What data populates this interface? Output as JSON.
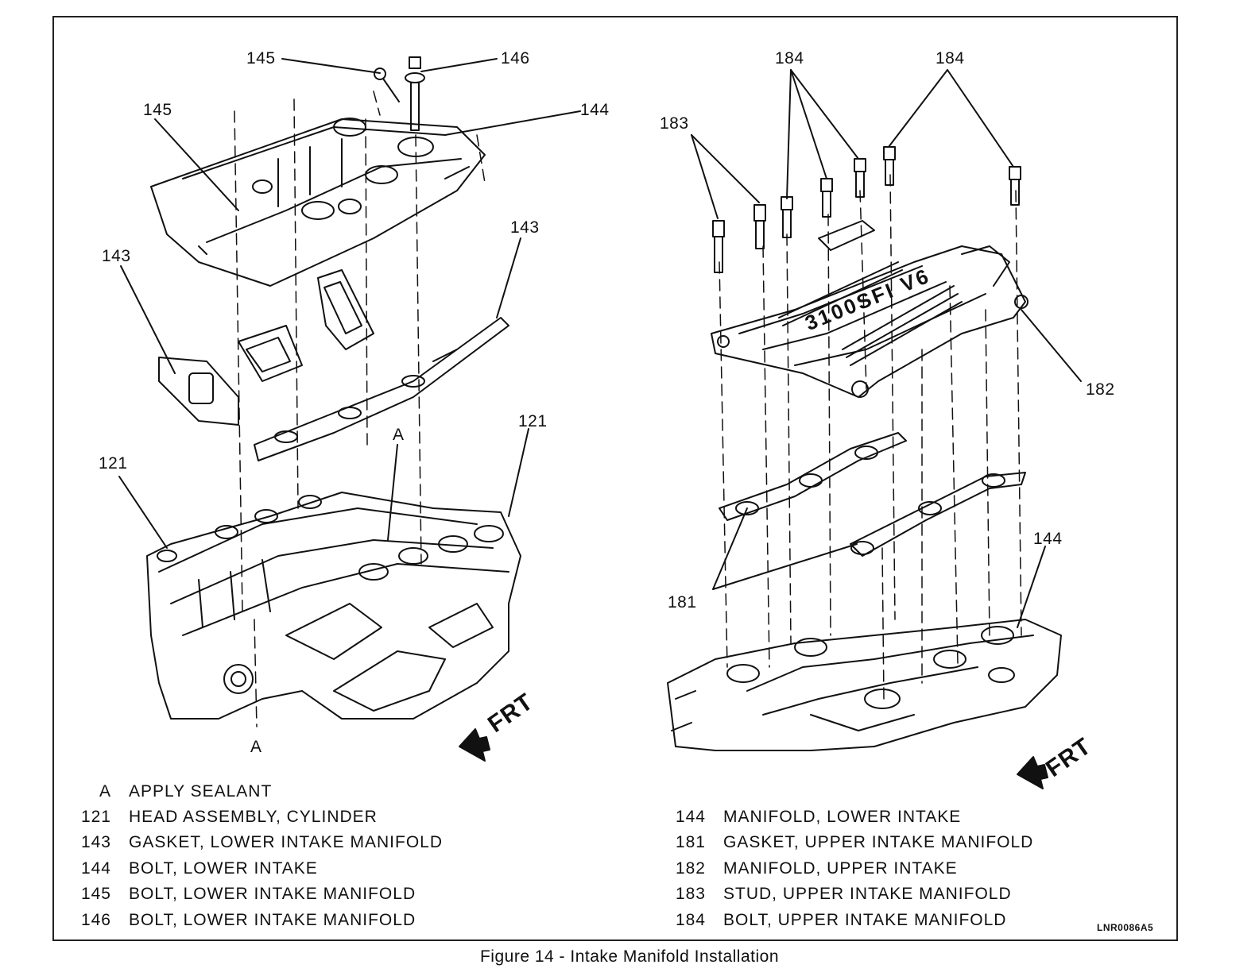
{
  "left_view": {
    "callouts": [
      "145",
      "146",
      "145",
      "144",
      "143",
      "143",
      "121",
      "121",
      "A",
      "A"
    ],
    "front_label": "FRT"
  },
  "right_view": {
    "callouts": [
      "184",
      "184",
      "183",
      "182",
      "144",
      "181"
    ],
    "emblem_text": "3100SFI V6",
    "front_label": "FRT"
  },
  "legend_left": [
    {
      "code": "A",
      "text": "APPLY SEALANT"
    },
    {
      "code": "121",
      "text": "HEAD ASSEMBLY, CYLINDER"
    },
    {
      "code": "143",
      "text": "GASKET, LOWER INTAKE MANIFOLD"
    },
    {
      "code": "144",
      "text": "BOLT, LOWER INTAKE"
    },
    {
      "code": "145",
      "text": "BOLT, LOWER INTAKE MANIFOLD"
    },
    {
      "code": "146",
      "text": "BOLT, LOWER INTAKE MANIFOLD"
    }
  ],
  "legend_right": [
    {
      "code": "144",
      "text": "MANIFOLD, LOWER INTAKE"
    },
    {
      "code": "181",
      "text": "GASKET, UPPER INTAKE MANIFOLD"
    },
    {
      "code": "182",
      "text": "MANIFOLD, UPPER INTAKE"
    },
    {
      "code": "183",
      "text": "STUD, UPPER INTAKE MANIFOLD"
    },
    {
      "code": "184",
      "text": "BOLT, UPPER INTAKE MANIFOLD"
    }
  ],
  "reference_code": "LNR0086A5",
  "caption": "Figure 14 - Intake Manifold Installation"
}
